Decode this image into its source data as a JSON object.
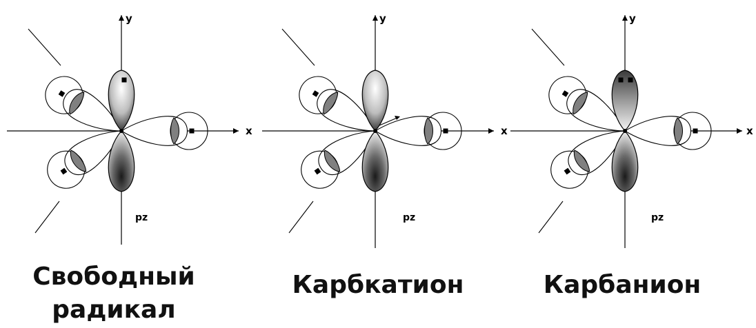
{
  "panels": [
    {
      "species": "radical",
      "axis_x": "x",
      "axis_y": "y",
      "orbital_label": "pz",
      "caption": {
        "line1": "Свободный",
        "line2": "радикал"
      },
      "pz_electrons": 1
    },
    {
      "species": "cation",
      "axis_x": "x",
      "axis_y": "y",
      "orbital_label": "pz",
      "caption": {
        "line1": "Карбкатион",
        "line2": ""
      },
      "pz_electrons": 0
    },
    {
      "species": "anion",
      "axis_x": "x",
      "axis_y": "y",
      "orbital_label": "pz",
      "caption": {
        "line1": "Карбанион",
        "line2": ""
      },
      "pz_electrons": 2
    }
  ],
  "colors": {
    "line": "#000000",
    "lobe_light": "#ffffff",
    "lobe_dark": "#2a2a2a",
    "overlap": "#808080"
  }
}
